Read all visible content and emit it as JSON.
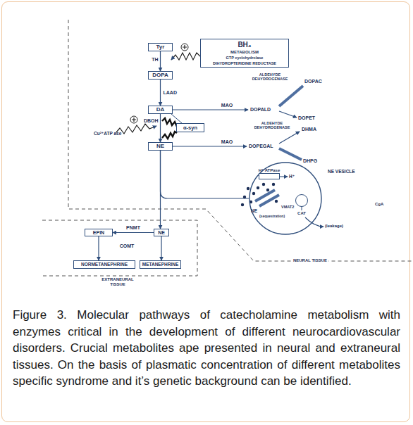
{
  "diagram": {
    "caption": "Figure 3. Molecular pathways of catecholamine metabolism with enzymes critical in the development of different neurocardiovascular disorders. Crucial metabolites ape presented in neural and extraneural tissues. On the basis of plasmatic concentration of different metabolites specific syndrome and it’s genetic background can be identified.",
    "nodes": [
      {
        "text": [
          "Tyr"
        ]
      },
      {
        "text": [
          "BH₄",
          "METABOLISM",
          "GTP cyclohydrolase",
          "DIHYDROPTERIDINE REDUCTASE"
        ]
      },
      {
        "text": [
          "DOPA"
        ]
      },
      {
        "text": [
          "DA"
        ]
      },
      {
        "text": [
          "α-syn"
        ]
      },
      {
        "text": [
          "NE"
        ]
      },
      {
        "text": [
          "NE VESICLE"
        ]
      },
      {
        "text": [
          "H⁺ ATPase"
        ],
        "in": 6
      },
      {
        "text": [
          "CgA"
        ],
        "in": 6
      },
      {
        "text": [
          "EPIN"
        ]
      },
      {
        "text": [
          "NE"
        ]
      },
      {
        "text": [
          "NORMETANEPHRINE"
        ]
      },
      {
        "text": [
          "METANEPHRINE"
        ]
      }
    ],
    "edges": [
      {
        "from": 0,
        "to": 2,
        "arrow": "to",
        "label": "TH"
      },
      {
        "from": 2,
        "to": 3,
        "arrow": "to",
        "label": "LAAD"
      },
      {
        "from": 3,
        "to": 5,
        "arrow": "to",
        "label": "DBOH"
      },
      {
        "from": 5,
        "to": 10,
        "arrow": "to"
      },
      {
        "from": 5,
        "to": 6,
        "arrow": "none"
      },
      {
        "from": 10,
        "to": 9,
        "arrow": "to",
        "label": "PNMT"
      },
      {
        "from": 9,
        "to": 11,
        "arrow": "to"
      },
      {
        "from": 10,
        "to": 12,
        "arrow": "to"
      }
    ],
    "labels": [
      "MAO",
      "ALDEHYDE DEHYDROGENASE",
      "DOPAC",
      "DOPALD",
      "DOPET",
      "MAO",
      "ALDEHYDE DEHYDROGENASE",
      "DHMA",
      "DOPEGAL",
      "DHPG",
      "Cu²⁺ATP ase",
      "H⁺",
      "NE",
      "VMAT2",
      "(sequestration)",
      "CAT",
      "(leakage)",
      "COMT",
      "EXTRANEURAL TISSUE",
      "NEURAL TISSUE"
    ]
  }
}
